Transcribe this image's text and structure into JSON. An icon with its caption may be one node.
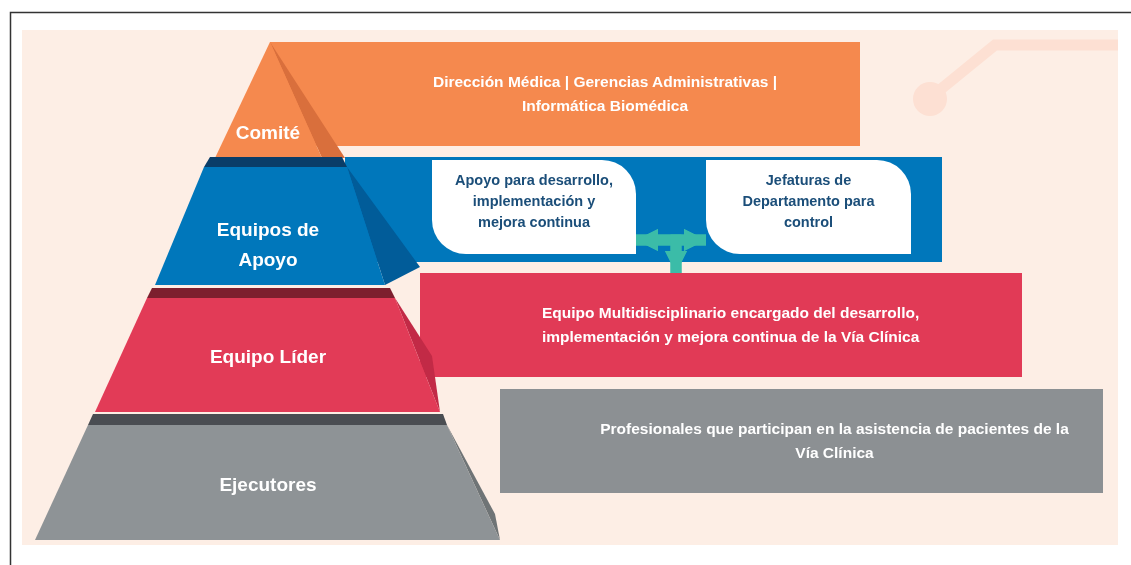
{
  "diagram": {
    "nodes": [
      {
        "text": [
          "Comité"
        ]
      },
      {
        "text": [
          "Dirección Médica | Gerencias Administrativas | Informática Biomédica"
        ]
      },
      {
        "text": [
          "Equipos de Apoyo"
        ]
      },
      {
        "text": [],
        "shape": "box"
      },
      {
        "text": [
          "Apoyo para desarrollo, implementación y mejora continua"
        ],
        "in": 3
      },
      {
        "text": [
          "Jefaturas de Departamento para control"
        ],
        "in": 3
      },
      {
        "text": [
          "Equipo Líder"
        ]
      },
      {
        "text": [
          "Equipo Multidisciplinario encargado del desarrollo, implementación y mejora continua de la Vía Clínica"
        ]
      },
      {
        "text": [
          "Ejecutores"
        ]
      },
      {
        "text": [
          "Profesionales que participan en la asistencia de pacientes de la Vía Clínica"
        ]
      }
    ],
    "edges": [
      {
        "from": 4,
        "to": 5,
        "arrow": "both"
      },
      {
        "from": 4,
        "to": 7,
        "arrow": "both"
      },
      {
        "from": 5,
        "to": 7,
        "arrow": "both"
      }
    ]
  }
}
